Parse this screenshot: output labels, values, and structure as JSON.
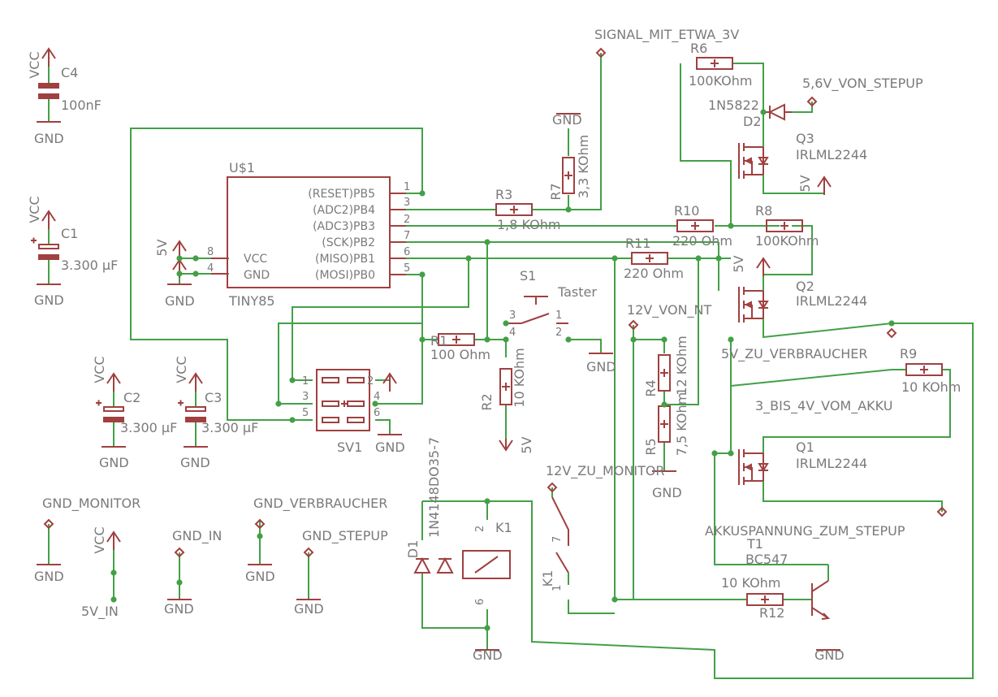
{
  "colors": {
    "net": "#43a047",
    "part": "#a04040",
    "label": "#7a7a7a",
    "dot": "#43a047"
  },
  "ic": {
    "ref": "U$1",
    "name": "TINY85",
    "pins": [
      "(RESET)PB5",
      "(ADC2)PB4",
      "(ADC3)PB3",
      "(SCK)PB2",
      "(MISO)PB1",
      "(MOSI)PB0"
    ],
    "power_pins": [
      "VCC",
      "GND"
    ],
    "pin_numbers": [
      "1",
      "3",
      "2",
      "7",
      "6",
      "5",
      "8",
      "4"
    ]
  },
  "capacitors": {
    "c4": {
      "ref": "C4",
      "value": "100nF"
    },
    "c1": {
      "ref": "C1",
      "value": "3.300 µF"
    },
    "c2": {
      "ref": "C2",
      "value": "3.300 µF"
    },
    "c3": {
      "ref": "C3",
      "value": "3.300 µF"
    }
  },
  "resistors": {
    "r1": {
      "ref": "R1",
      "value": "100 Ohm"
    },
    "r2": {
      "ref": "R2",
      "value": "10 KOhm"
    },
    "r3": {
      "ref": "R3",
      "value": "1,8 KOhm"
    },
    "r4": {
      "ref": "R4",
      "value": "12 KOhm"
    },
    "r5": {
      "ref": "R5",
      "value": "7,5 KOhm"
    },
    "r6": {
      "ref": "R6",
      "value": "100KOhm"
    },
    "r7": {
      "ref": "R7",
      "value": "3,3 KOhm"
    },
    "r8": {
      "ref": "R8",
      "value": "100KOhm"
    },
    "r9": {
      "ref": "R9",
      "value": "10 KOhm"
    },
    "r10": {
      "ref": "R10",
      "value": "220 Ohm"
    },
    "r11": {
      "ref": "R11",
      "value": "220 Ohm"
    },
    "r12": {
      "ref": "R12",
      "value": "10 KOhm"
    }
  },
  "transistors": {
    "q1": {
      "ref": "Q1",
      "value": "IRLML2244"
    },
    "q2": {
      "ref": "Q2",
      "value": "IRLML2244"
    },
    "q3": {
      "ref": "Q3",
      "value": "IRLML2244"
    },
    "t1": {
      "ref": "T1",
      "value": "BC547"
    }
  },
  "diodes": {
    "d1": {
      "ref": "D1",
      "value": "1N4148DO35-7"
    },
    "d2": {
      "ref": "D2",
      "value": "1N5822"
    }
  },
  "switch": {
    "ref": "S1",
    "value": "Taster",
    "pins": [
      "3",
      "4",
      "1",
      "2"
    ]
  },
  "relay": {
    "ref": "K1",
    "contact_ref": "K1",
    "pins": [
      "2",
      "6",
      "7",
      "1"
    ]
  },
  "connector": {
    "ref": "SV1",
    "pins": [
      "1",
      "2",
      "3",
      "4",
      "5",
      "6"
    ]
  },
  "signals": {
    "signal_3v": "SIGNAL_MIT_ETWA_3V",
    "v56_stepup": "5,6V_VON_STEPUP",
    "v12_nt": "12V_VON_NT",
    "v5_verbraucher": "5V_ZU_VERBRAUCHER",
    "akku_3_4v": "3_BIS_4V_VOM_AKKU",
    "akku_stepup": "AKKUSPANNUNG_ZUM_STEPUP",
    "v12_monitor": "12V_ZU_MONITOR",
    "gnd_monitor": "GND_MONITOR",
    "gnd_verbraucher": "GND_VERBRAUCHER",
    "gnd_in": "GND_IN",
    "gnd_stepup": "GND_STEPUP",
    "v5_in": "5V_IN"
  },
  "power": {
    "vcc": "VCC",
    "gnd": "GND",
    "v5": "5V"
  }
}
